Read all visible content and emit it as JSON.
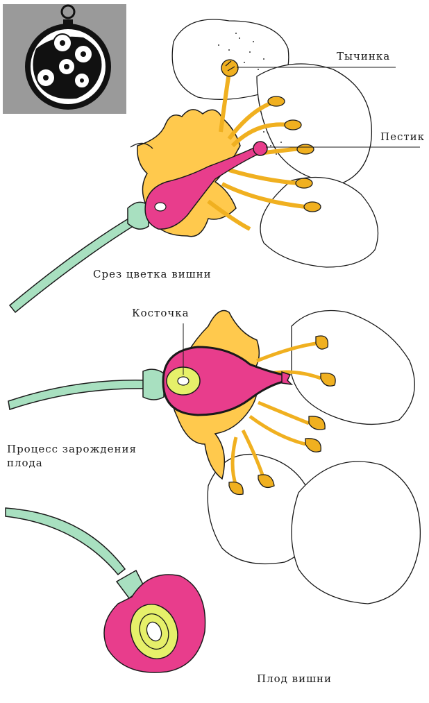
{
  "labels": {
    "stamen": "Тычинка",
    "pistil": "Пестик",
    "pit": "Косточка"
  },
  "captions": {
    "flower_section": "Срез цветка вишни",
    "fruit_formation_line1": "Процесс зарождения",
    "fruit_formation_line2": "плода",
    "cherry_fruit": "Плод вишни"
  },
  "colors": {
    "stem": "#a8e0c0",
    "petal_fill": "#ffffff",
    "outline": "#1a1a1a",
    "sepal": "#ffc94d",
    "stamen": "#f0b020",
    "ovary": "#e83d8c",
    "pit": "#e6f06a",
    "inset_bg": "#9a9a9a"
  },
  "icons": {
    "inset": "pocket-watch-with-circles-icon"
  }
}
